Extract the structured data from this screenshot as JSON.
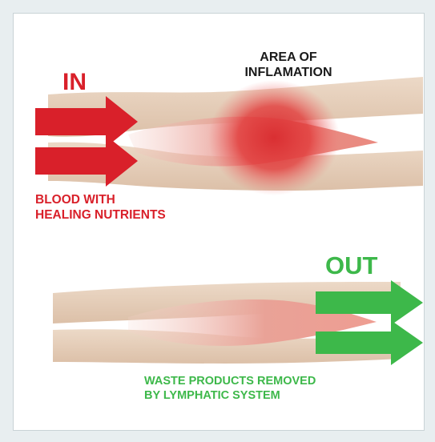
{
  "colors": {
    "page_background": "#e8eef0",
    "panel_background": "#ffffff",
    "tissue": "#e8d2bf",
    "tissue_dark": "#d8bba4",
    "muscle": "#e9a49a",
    "inflammation": "#d92a2e",
    "in_color": "#d9202a",
    "out_color": "#3db84a"
  },
  "top_panel": {
    "direction_label": "IN",
    "area_label_line1": "AREA OF",
    "area_label_line2": "INFLAMATION",
    "caption_line1": "BLOOD WITH",
    "caption_line2": "HEALING NUTRIENTS",
    "arrow_icon": "right-arrow"
  },
  "bottom_panel": {
    "direction_label": "OUT",
    "caption_line1": "WASTE PRODUCTS REMOVED",
    "caption_line2": "BY LYMPHATIC SYSTEM",
    "arrow_icon": "right-arrow"
  }
}
